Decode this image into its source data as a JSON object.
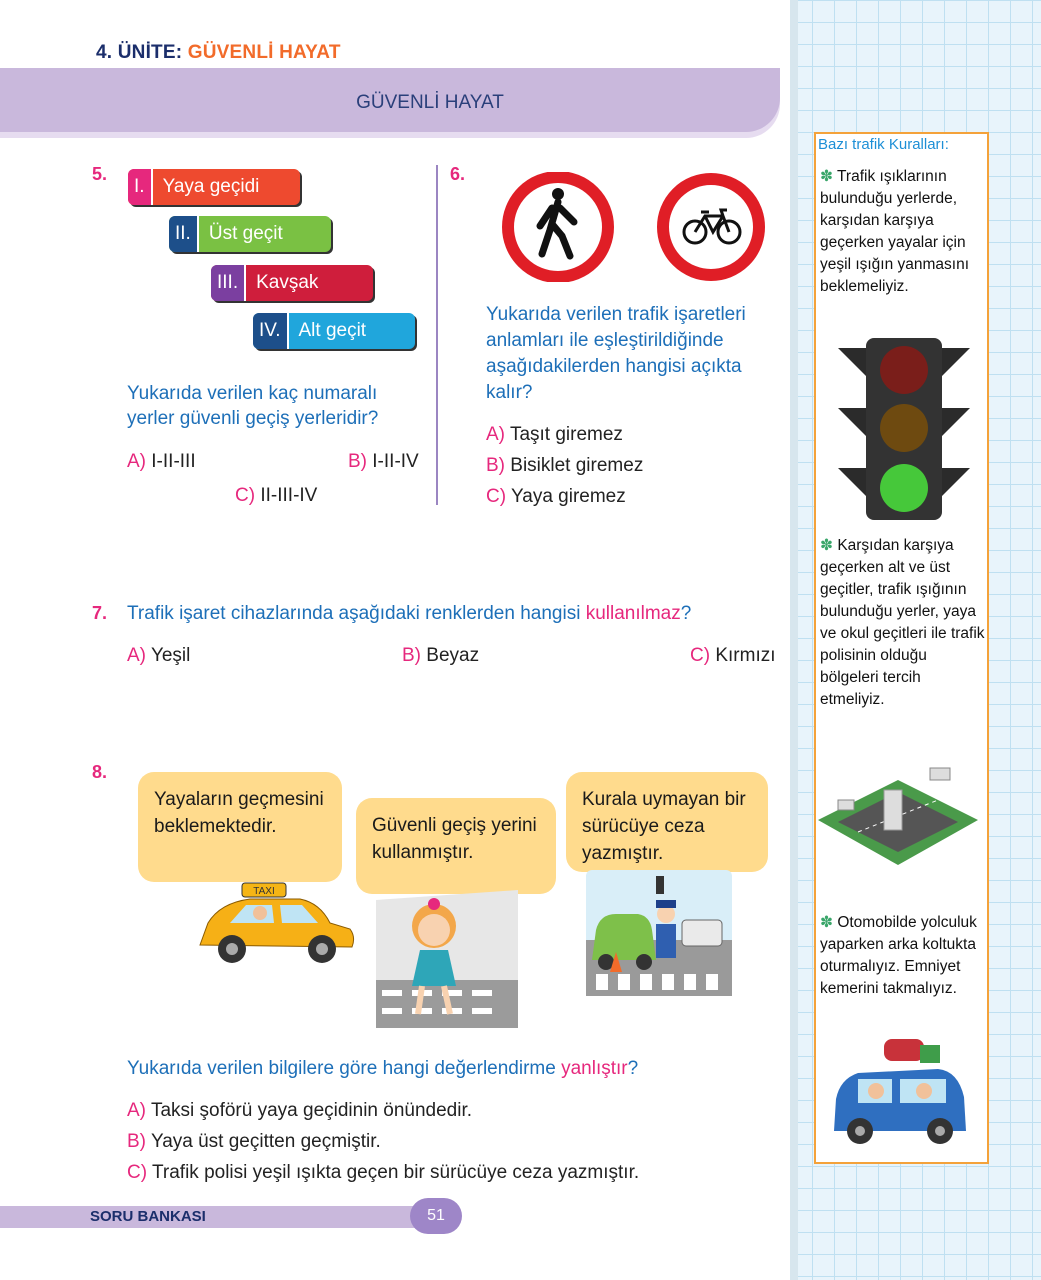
{
  "header": {
    "unit_prefix": "4. ÜNİTE:",
    "unit_name": "GÜVENLİ HAYAT",
    "banner_title": "GÜVENLİ HAYAT"
  },
  "q5": {
    "number": "5.",
    "labels": [
      {
        "num": "I.",
        "text": "Yaya geçidi"
      },
      {
        "num": "II.",
        "text": "Üst geçit"
      },
      {
        "num": "III.",
        "text": "Kavşak"
      },
      {
        "num": "IV.",
        "text": "Alt geçit"
      }
    ],
    "question": "Yukarıda verilen kaç numaralı yerler güvenli geçiş yerleridir?",
    "options": [
      {
        "letter": "A)",
        "text": "I-II-III"
      },
      {
        "letter": "B)",
        "text": "I-II-IV"
      },
      {
        "letter": "C)",
        "text": "II-III-IV"
      }
    ]
  },
  "q6": {
    "number": "6.",
    "question": "Yukarıda verilen trafik işaretleri anlamları ile eşleştirildiğinde aşağıdakilerden hangisi açıkta kalır?",
    "options": [
      {
        "letter": "A)",
        "text": "Taşıt giremez"
      },
      {
        "letter": "B)",
        "text": "Bisiklet giremez"
      },
      {
        "letter": "C)",
        "text": "Yaya giremez"
      }
    ]
  },
  "q7": {
    "number": "7.",
    "question_start": "Trafik işaret cihazlarında aşağıdaki renklerden hangisi ",
    "question_emph": "kullanılmaz",
    "question_end": "?",
    "options": [
      {
        "letter": "A)",
        "text": "Yeşil"
      },
      {
        "letter": "B)",
        "text": "Beyaz"
      },
      {
        "letter": "C)",
        "text": "Kırmızı"
      }
    ]
  },
  "q8": {
    "number": "8.",
    "bubbles": [
      "Yayaların geçmesini beklemektedir.",
      "Güvenli geçiş yerini kullanmıştır.",
      "Kurala uymayan bir sürücüye ceza yazmıştır."
    ],
    "taxi_sign": "TAXI",
    "question_start": "Yukarıda verilen bilgilere göre hangi değerlendirme ",
    "question_emph": "yanlıştır",
    "question_end": "?",
    "options": [
      {
        "letter": "A)",
        "text": "Taksi şoförü yaya geçidinin önündedir."
      },
      {
        "letter": "B)",
        "text": "Yaya üst geçitten geçmiştir."
      },
      {
        "letter": "C)",
        "text": "Trafik polisi yeşil ışıkta geçen bir sürücüye ceza yazmıştır."
      }
    ]
  },
  "panel": {
    "title": "Bazı trafik Kuralları:",
    "rules": [
      "Trafik ışıklarının bulunduğu yerlerde, karşıdan karşıya geçerken yayalar için yeşil ışığın yanmasını beklemeliyiz.",
      "Karşıdan karşıya geçerken alt ve üst geçitler, trafik ışığının bulunduğu yerler, yaya ve okul geçitleri ile trafik polisinin olduğu bölgeleri tercih etmeliyiz.",
      "Otomobilde yolculuk yaparken arka koltukta oturmalıyız. Emniyet kemerini takmalıyız."
    ]
  },
  "footer": {
    "label": "SORU BANKASI",
    "page": "51"
  },
  "colors": {
    "pink": "#e6287d",
    "blue": "#1d6fb8",
    "orange": "#f26b2a",
    "purple": "#c9b8dc",
    "panel_border": "#f4a23a"
  }
}
